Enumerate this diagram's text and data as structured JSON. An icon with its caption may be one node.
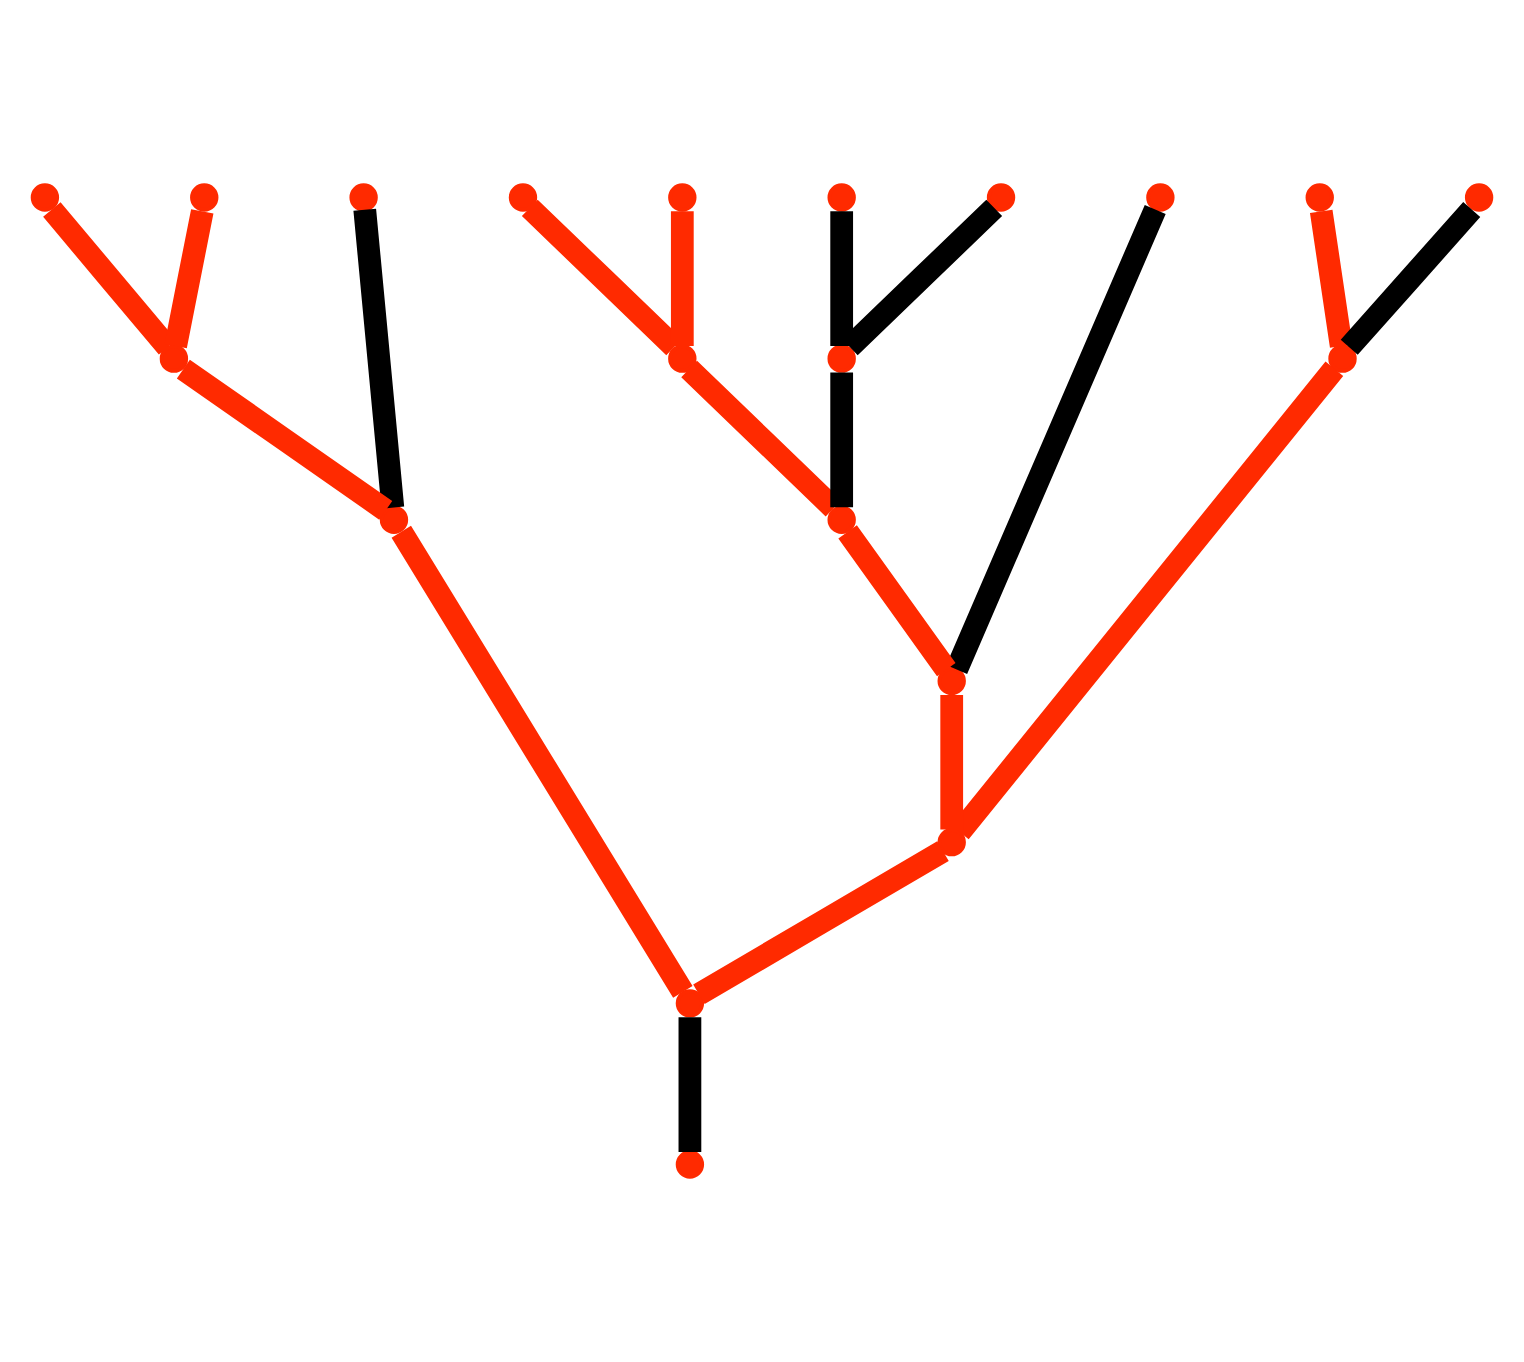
{
  "diagram": {
    "nodes": [
      {
        "text": [],
        "shape": "point"
      },
      {
        "text": [],
        "shape": "point"
      },
      {
        "text": [],
        "shape": "point"
      },
      {
        "text": [],
        "shape": "point"
      },
      {
        "text": [],
        "shape": "point"
      },
      {
        "text": [],
        "shape": "point"
      },
      {
        "text": [],
        "shape": "point"
      },
      {
        "text": [],
        "shape": "point"
      },
      {
        "text": [],
        "shape": "point"
      },
      {
        "text": [],
        "shape": "point"
      },
      {
        "text": [],
        "shape": "point"
      },
      {
        "text": [],
        "shape": "point"
      },
      {
        "text": [],
        "shape": "point"
      },
      {
        "text": [],
        "shape": "point"
      },
      {
        "text": [],
        "shape": "point"
      },
      {
        "text": [],
        "shape": "point"
      },
      {
        "text": [],
        "shape": "point"
      },
      {
        "text": [],
        "shape": "point"
      },
      {
        "text": [],
        "shape": "point"
      },
      {
        "text": [],
        "shape": "point"
      }
    ],
    "edges": [
      {
        "from": 0,
        "to": 10,
        "arrow": "none"
      },
      {
        "from": 1,
        "to": 10,
        "arrow": "none"
      },
      {
        "from": 10,
        "to": 14,
        "arrow": "none"
      },
      {
        "from": 2,
        "to": 14,
        "arrow": "none",
        "color": "#000000"
      },
      {
        "from": 3,
        "to": 11,
        "arrow": "none"
      },
      {
        "from": 4,
        "to": 11,
        "arrow": "none"
      },
      {
        "from": 5,
        "to": 12,
        "arrow": "none",
        "color": "#000000"
      },
      {
        "from": 6,
        "to": 12,
        "arrow": "none",
        "color": "#000000"
      },
      {
        "from": 11,
        "to": 15,
        "arrow": "none"
      },
      {
        "from": 12,
        "to": 15,
        "arrow": "none",
        "color": "#000000"
      },
      {
        "from": 15,
        "to": 16,
        "arrow": "none"
      },
      {
        "from": 7,
        "to": 16,
        "arrow": "none",
        "color": "#000000"
      },
      {
        "from": 8,
        "to": 13,
        "arrow": "none"
      },
      {
        "from": 9,
        "to": 13,
        "arrow": "none",
        "color": "#000000"
      },
      {
        "from": 16,
        "to": 17,
        "arrow": "none"
      },
      {
        "from": 13,
        "to": 17,
        "arrow": "none"
      },
      {
        "from": 14,
        "to": 18,
        "arrow": "none"
      },
      {
        "from": 17,
        "to": 18,
        "arrow": "none"
      },
      {
        "from": 18,
        "to": 19,
        "arrow": "none",
        "color": "#000000"
      }
    ]
  }
}
